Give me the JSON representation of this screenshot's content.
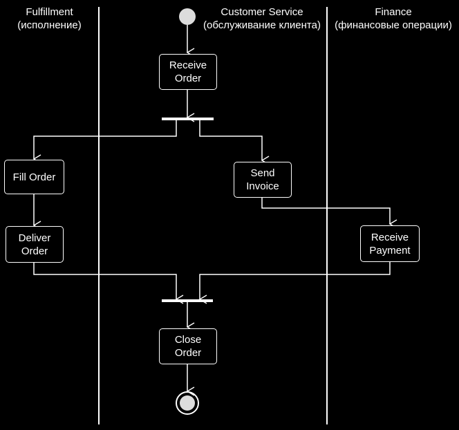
{
  "colors": {
    "background": "#000000",
    "foreground": "#ffffff",
    "start_node": "#dcdcdc"
  },
  "swimlanes": [
    {
      "title": "Fulfillment",
      "subtitle": "(исполнение)"
    },
    {
      "title": "Customer Service",
      "subtitle": "(обслуживание клиента)"
    },
    {
      "title": "Finance",
      "subtitle": "(финансовые операции)"
    }
  ],
  "activities": {
    "receive_order": {
      "line1": "Receive",
      "line2": "Order"
    },
    "fill_order": {
      "line1": "Fill Order"
    },
    "send_invoice": {
      "line1": "Send",
      "line2": "Invoice"
    },
    "deliver_order": {
      "line1": "Deliver",
      "line2": "Order"
    },
    "receive_payment": {
      "line1": "Receive",
      "line2": "Payment"
    },
    "close_order": {
      "line1": "Close",
      "line2": "Order"
    }
  }
}
